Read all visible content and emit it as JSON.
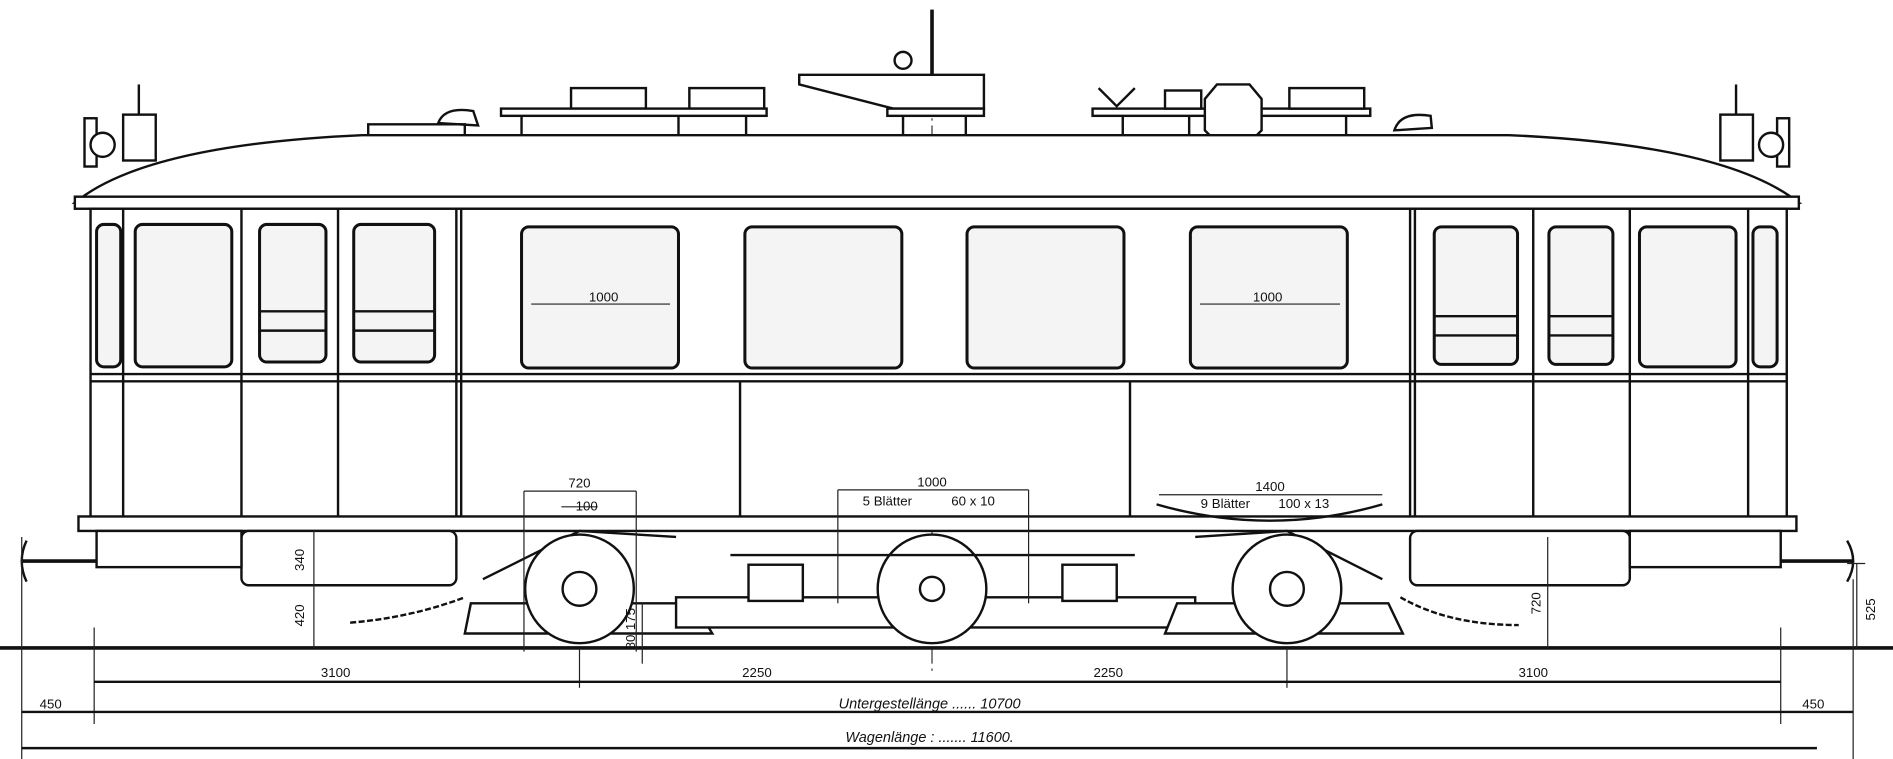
{
  "drawing": {
    "window_width_labels": [
      "1000",
      "1000"
    ],
    "springs": {
      "front": {
        "length": "720",
        "width": "100"
      },
      "center": {
        "length": "1000",
        "leaves": "5 Blätter",
        "section": "60 x 10"
      },
      "rear": {
        "length": "1400",
        "leaves": "9 Blätter",
        "section": "100 x 13"
      }
    },
    "vertical_dims": {
      "step_height": "340",
      "step_to_rail": "420",
      "frame_a": "175",
      "frame_b": "80",
      "rear_step": "720",
      "coupler_height": "525"
    },
    "wheelbase_dims": [
      "3100",
      "2250",
      "2250",
      "3100"
    ],
    "overhang_left": "450",
    "overhang_right": "450",
    "underframe_length": {
      "label": "Untergestellänge",
      "dots": "......",
      "value": "10700"
    },
    "car_length": {
      "label": "Wagenlänge :",
      "dots": ".......",
      "value": "11600."
    }
  }
}
